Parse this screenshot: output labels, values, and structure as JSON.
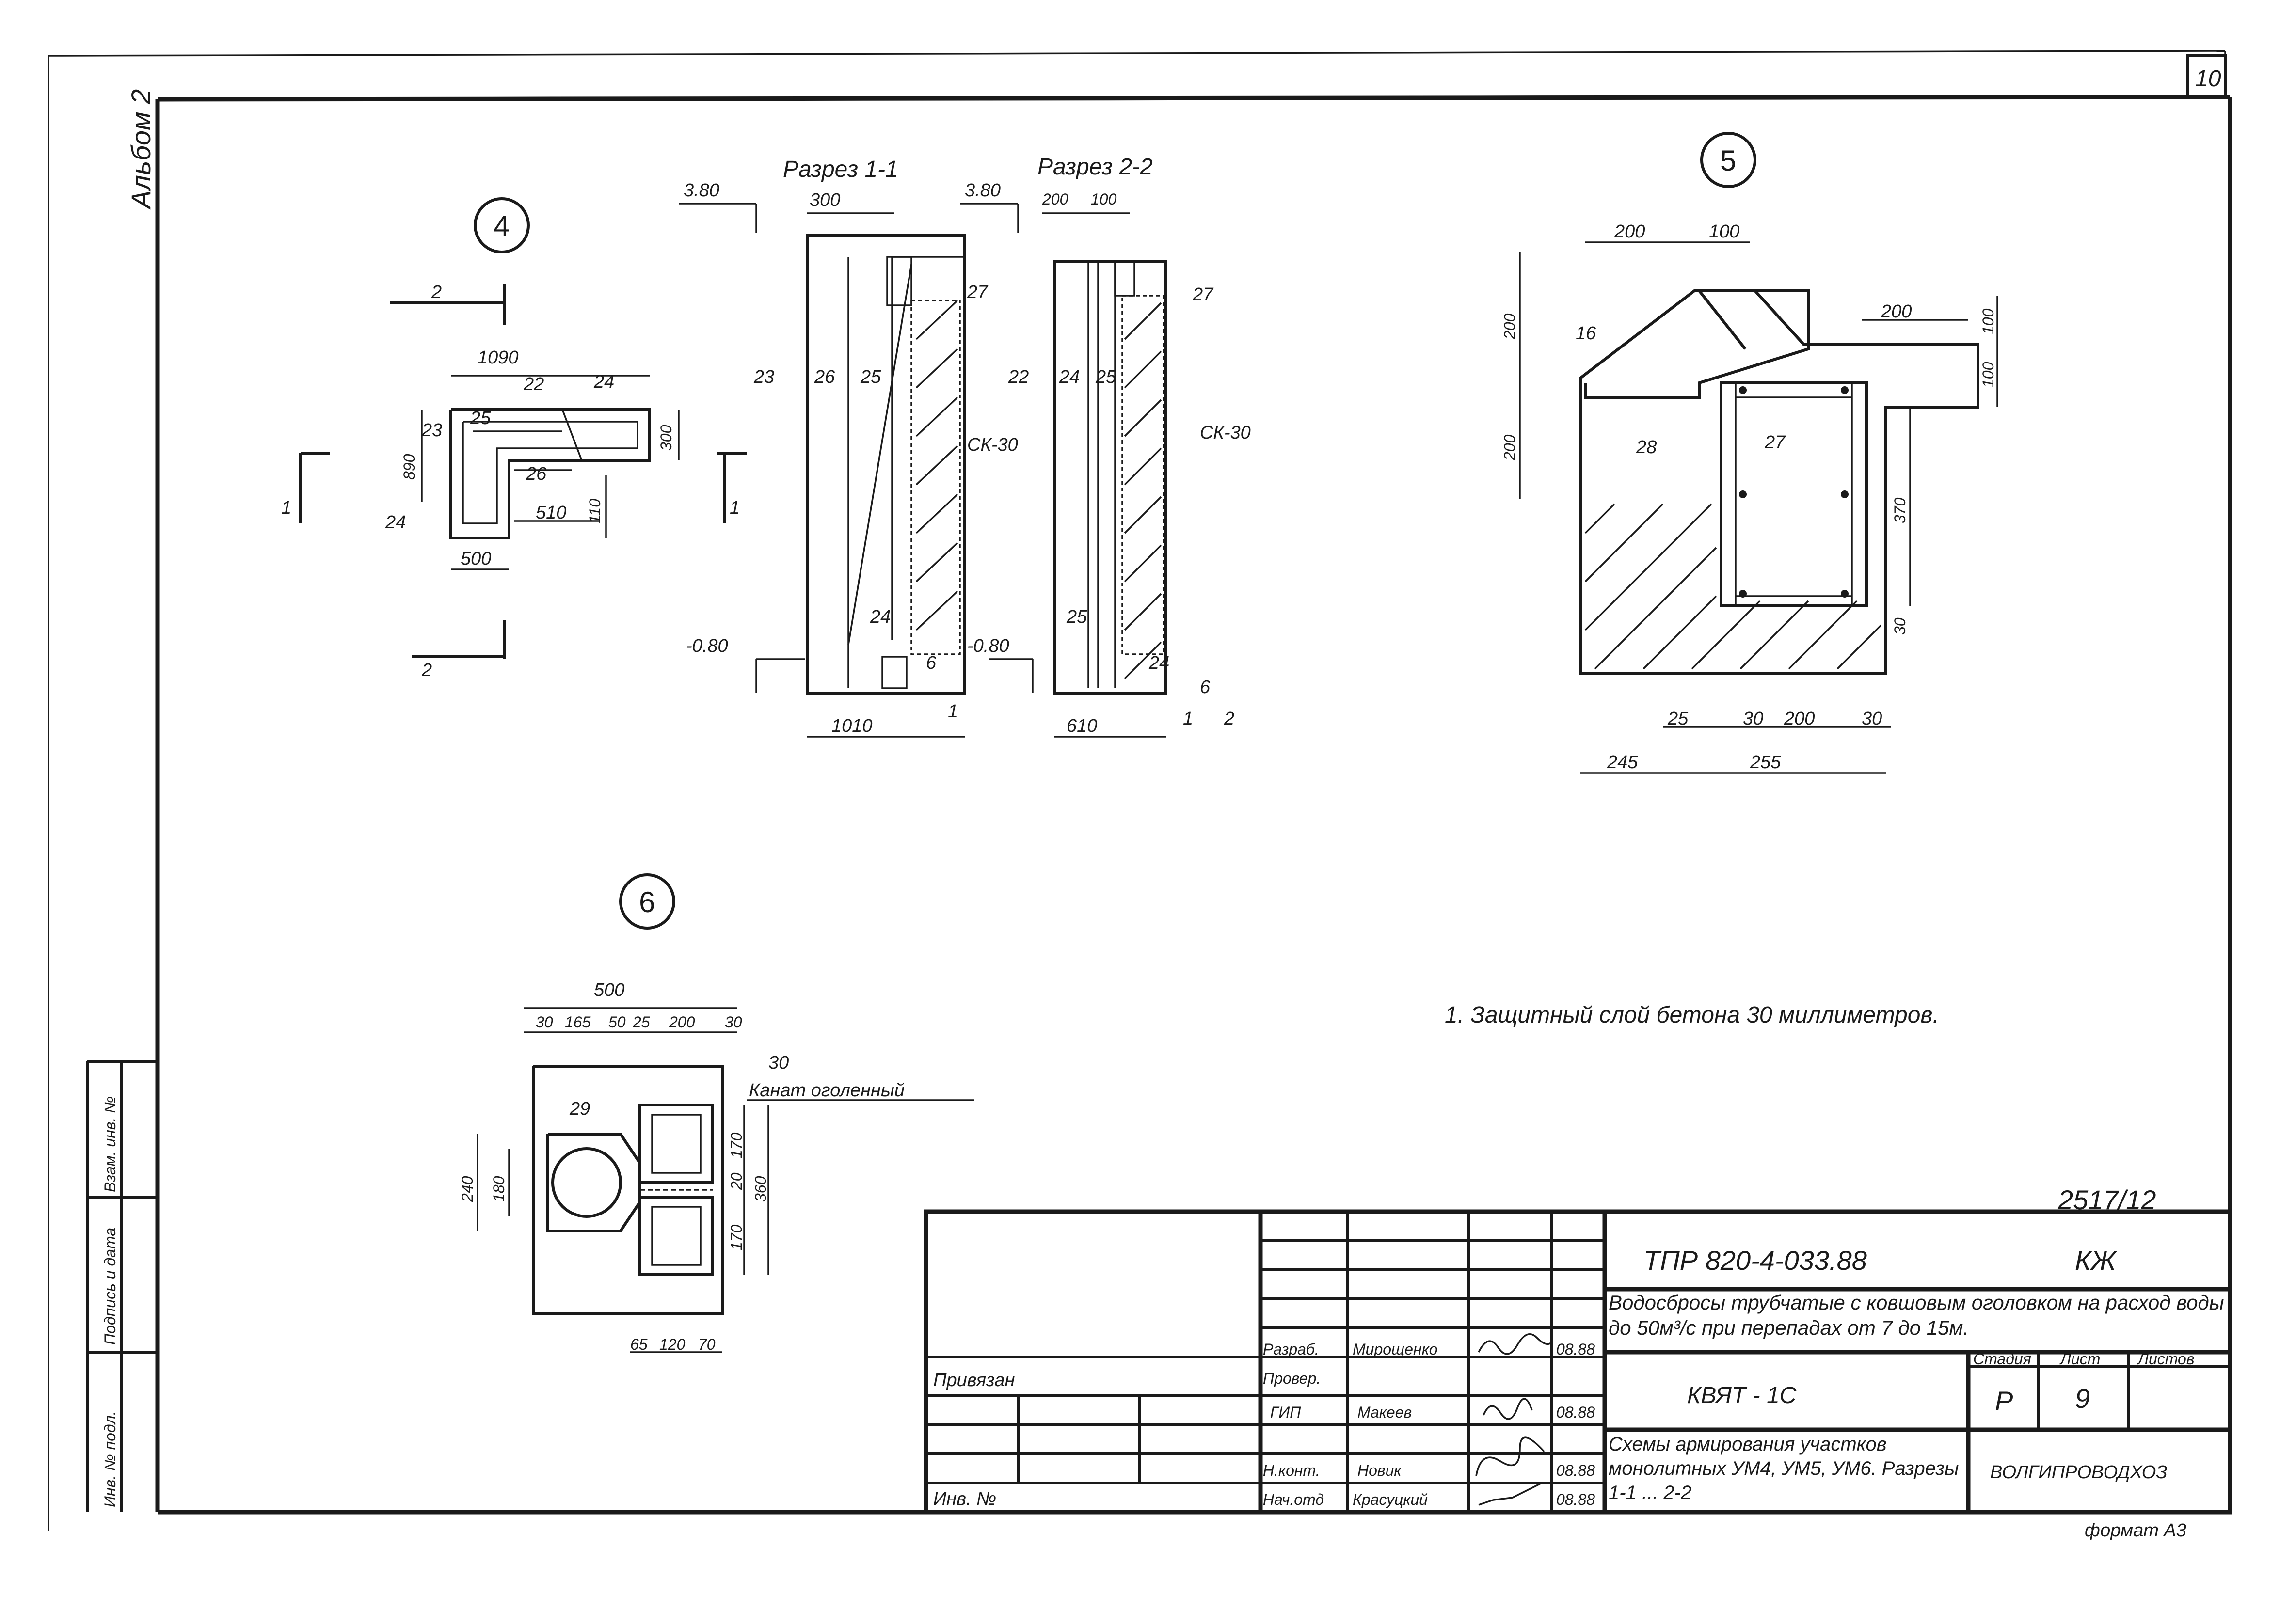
{
  "sheet": {
    "album": "Альбом 2",
    "page_number": "10",
    "format": "формат А3",
    "doc_code": "2517/12"
  },
  "side_strip": {
    "inv_podl": "Инв. № подл.",
    "podpis_data": "Подпись и дата",
    "vzam_inv": "Взам. инв. №"
  },
  "node4": {
    "marker": "4",
    "cut1": "1",
    "cut2": "2",
    "dims": [
      "1090",
      "890",
      "300",
      "510",
      "110",
      "500"
    ],
    "positions": [
      "22",
      "24",
      "23",
      "25",
      "26",
      "24"
    ]
  },
  "section11": {
    "title": "Разрез 1-1",
    "top_elev": "3.80",
    "bottom_elev": "-0.80",
    "dims": [
      "300",
      "1010"
    ],
    "positions": [
      "27",
      "23",
      "26",
      "25",
      "24",
      "6",
      "1"
    ],
    "wall_mark": "СК-30"
  },
  "section22": {
    "title": "Разрез 2-2",
    "top_elev": "3.80",
    "bottom_elev": "-0.80",
    "dims": [
      "200",
      "100",
      "610"
    ],
    "positions": [
      "27",
      "22",
      "24",
      "25",
      "25",
      "24",
      "6",
      "1",
      "2"
    ],
    "wall_mark": "СК-30"
  },
  "node5": {
    "marker": "5",
    "dims": [
      "200",
      "100",
      "200",
      "100",
      "200",
      "200",
      "370",
      "30",
      "25",
      "30",
      "200",
      "30",
      "245",
      "255"
    ],
    "positions": [
      "16",
      "28",
      "27"
    ]
  },
  "node6": {
    "marker": "6",
    "dims": [
      "500",
      "30",
      "165",
      "50",
      "25",
      "200",
      "30",
      "240",
      "180",
      "170",
      "20",
      "170",
      "360",
      "65",
      "120",
      "70"
    ],
    "positions": [
      "29",
      "30"
    ],
    "rope_label": "Канат оголенный"
  },
  "note": "1. Защитный слой бетона 30 миллиметров.",
  "title_block": {
    "project": "ТПР 820-4-033.88",
    "mark": "КЖ",
    "description": "Водосбросы трубчатые с ковшовым оголовком на расход воды до 50м³/с при перепадах от 7 до 15м.",
    "object": "КВЯТ - 1С",
    "sheet_title": "Схемы армирования участков монолитных УМ4, УМ5, УМ6. Разрезы 1-1 ... 2-2",
    "stage_label": "Стадия",
    "list_label": "Лист",
    "lists_label": "Листов",
    "stage": "Р",
    "list": "9",
    "lists": "",
    "org": "ВОЛГИПРОВОДХОЗ",
    "privyazan": "Привязан",
    "inv_no": "Инв. №",
    "roles": [
      {
        "role": "Разраб.",
        "name": "Мирощенко",
        "date": "08.88"
      },
      {
        "role": "Провер.",
        "name": "",
        "date": ""
      },
      {
        "role": "ГИП",
        "name": "Макеев",
        "date": "08.88"
      },
      {
        "role": "Н.конт.",
        "name": "Новик",
        "date": "08.88"
      },
      {
        "role": "Нач.отд",
        "name": "Красуцкий",
        "date": "08.88"
      }
    ]
  }
}
